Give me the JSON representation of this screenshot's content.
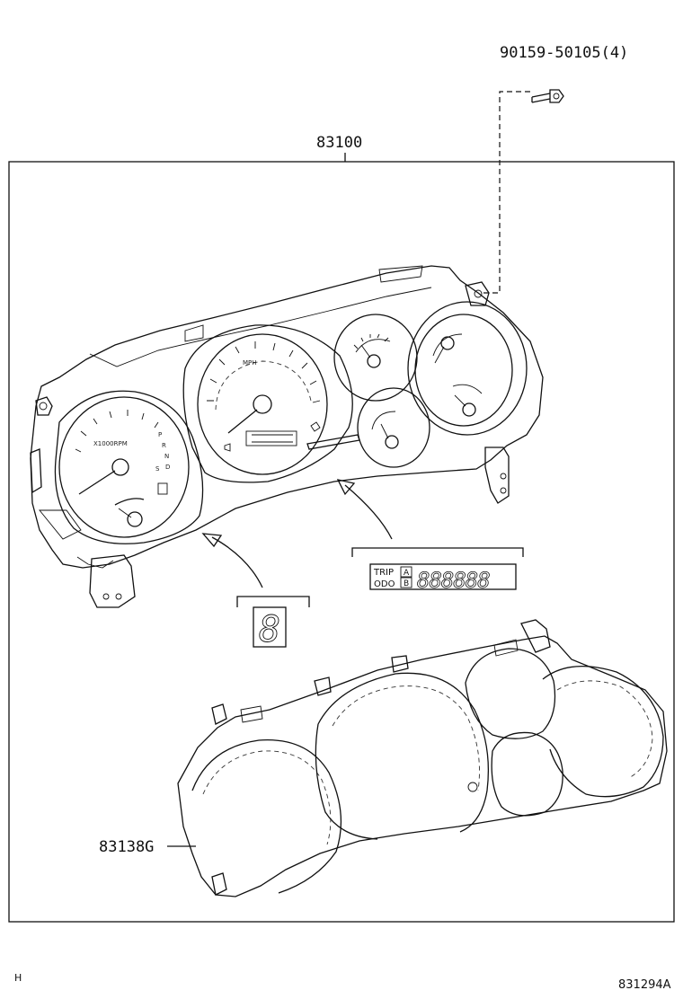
{
  "parts": {
    "bolt": "90159-50105(4)",
    "assembly": "83100",
    "cover": "83138G"
  },
  "display": {
    "trip_label": "TRIP",
    "odo_label": "ODO",
    "a_label": "A",
    "b_label": "B",
    "odo_digits": "888888",
    "shift_digit": "8"
  },
  "gauges": {
    "tach_unit": "X1000RPM",
    "speedo_unit": "MPH",
    "gear_p": "P",
    "gear_r": "R",
    "gear_n": "N",
    "gear_d": "D",
    "gear_s": "S"
  },
  "footer": {
    "left_mark": "H",
    "diagram_code": "831294A"
  }
}
